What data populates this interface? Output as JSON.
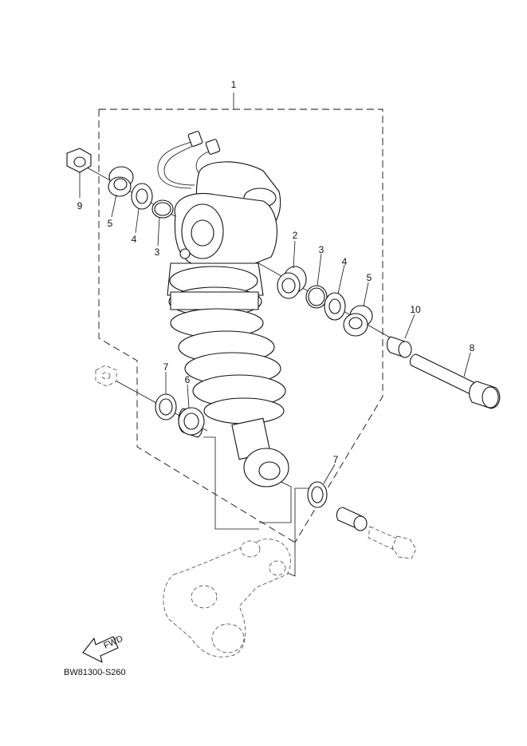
{
  "diagram": {
    "callouts": {
      "c1": "1",
      "c2": "2",
      "c3a": "3",
      "c3b": "3",
      "c4a": "4",
      "c4b": "4",
      "c5a": "5",
      "c5b": "5",
      "c6": "6",
      "c7a": "7",
      "c7b": "7",
      "c8": "8",
      "c9": "9",
      "c10": "10"
    },
    "fwd_label": "FWD",
    "figure_code": "BW81300-S260"
  }
}
